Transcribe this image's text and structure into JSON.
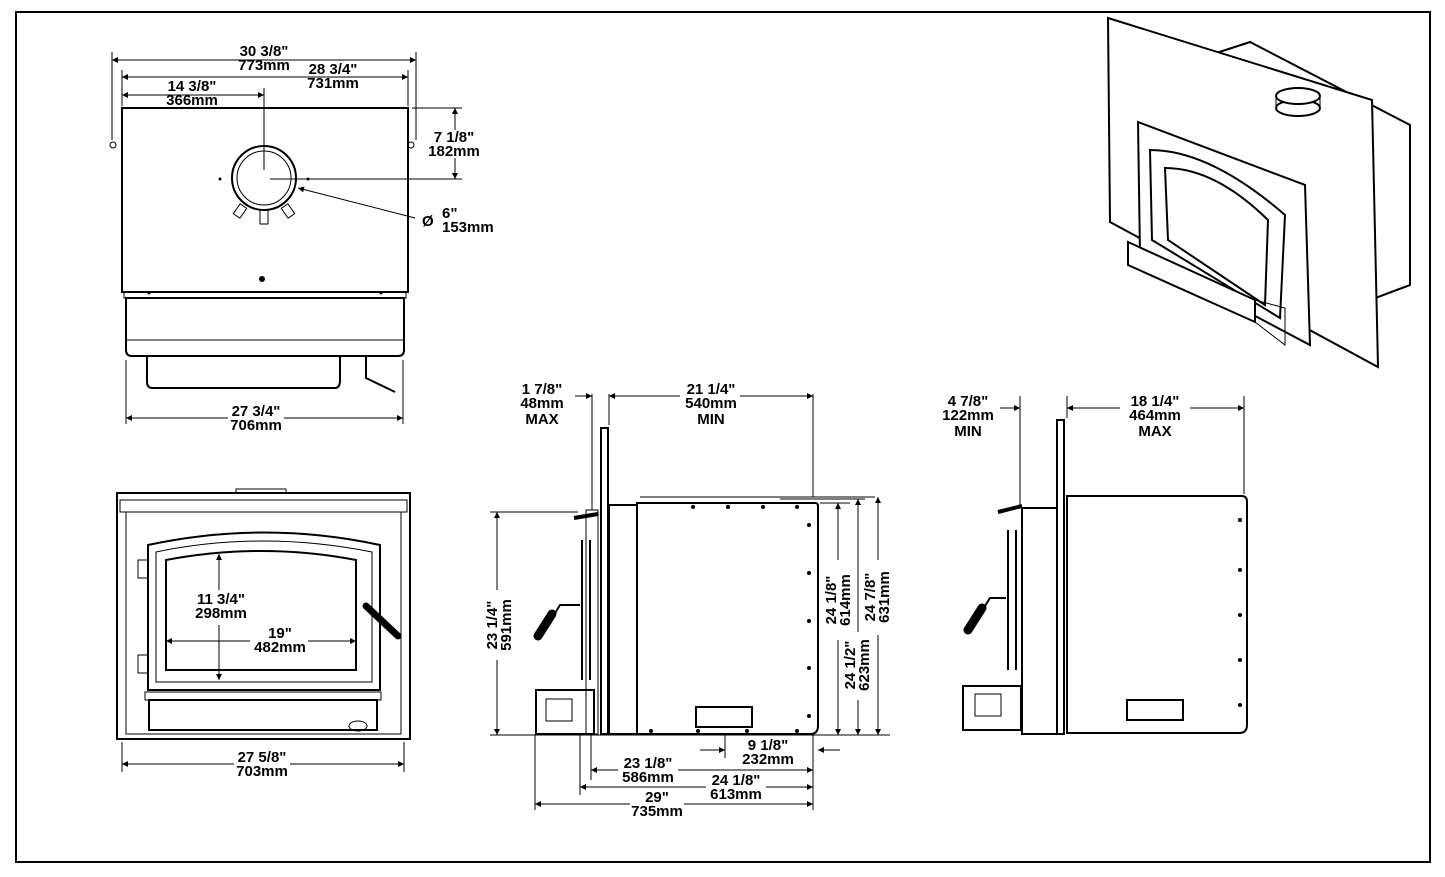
{
  "top_view": {
    "overall_width": {
      "imperial": "30 3/8\"",
      "metric": "773mm"
    },
    "body_width": {
      "imperial": "28 3/4\"",
      "metric": "731mm"
    },
    "flue_offset_x": {
      "imperial": "14 3/8\"",
      "metric": "366mm"
    },
    "flue_offset_y": {
      "imperial": "7 1/8\"",
      "metric": "182mm"
    },
    "flue_diameter": {
      "symbol": "Ø",
      "imperial": "6\"",
      "metric": "153mm"
    },
    "base_width": {
      "imperial": "27 3/4\"",
      "metric": "706mm"
    }
  },
  "front_view": {
    "glass_height": {
      "imperial": "11 3/4\"",
      "metric": "298mm"
    },
    "glass_width": {
      "imperial": "19\"",
      "metric": "482mm"
    },
    "overall_width": {
      "imperial": "27 5/8\"",
      "metric": "703mm"
    }
  },
  "side_view_max": {
    "face_clearance": {
      "imperial": "1 7/8\"",
      "metric": "48mm",
      "note": "MAX"
    },
    "insert_depth": {
      "imperial": "21 1/4\"",
      "metric": "540mm",
      "note": "MIN"
    },
    "handle_height": {
      "imperial": "23 1/4\"",
      "metric": "591mm"
    },
    "body_height": {
      "imperial": "24 1/8\"",
      "metric": "614mm"
    },
    "rear_height": {
      "imperial": "24 1/2\"",
      "metric": "623mm"
    },
    "overall_height": {
      "imperial": "24 7/8\"",
      "metric": "631mm"
    },
    "outlet_offset": {
      "imperial": "9 1/8\"",
      "metric": "232mm"
    },
    "depth_a": {
      "imperial": "23 1/8\"",
      "metric": "586mm"
    },
    "depth_b": {
      "imperial": "24 1/8\"",
      "metric": "613mm"
    },
    "overall_depth": {
      "imperial": "29\"",
      "metric": "735mm"
    }
  },
  "side_view_min": {
    "face_clearance": {
      "imperial": "4 7/8\"",
      "metric": "122mm",
      "note": "MIN"
    },
    "insert_depth": {
      "imperial": "18 1/4\"",
      "metric": "464mm",
      "note": "MAX"
    }
  }
}
